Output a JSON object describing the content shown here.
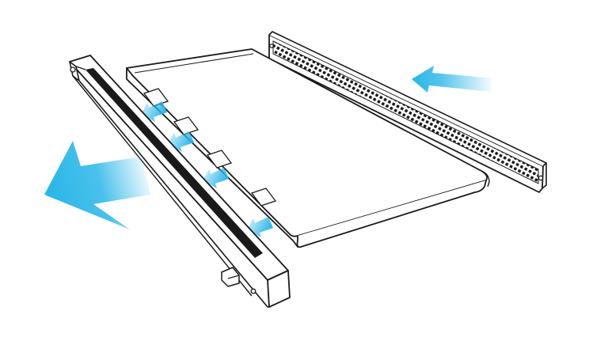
{
  "diagram": {
    "background": "#ffffff",
    "line_color": "#1a1a1a",
    "airflow_color": "#29b6e8",
    "airflow_arrows": {
      "intake": 1,
      "exhaust_large": 1,
      "exhaust_small": 4
    },
    "icons": {
      "airflow": "arrow-icon",
      "vent": "perforated-grille-icon",
      "fan": "fan-slot-icon"
    }
  }
}
